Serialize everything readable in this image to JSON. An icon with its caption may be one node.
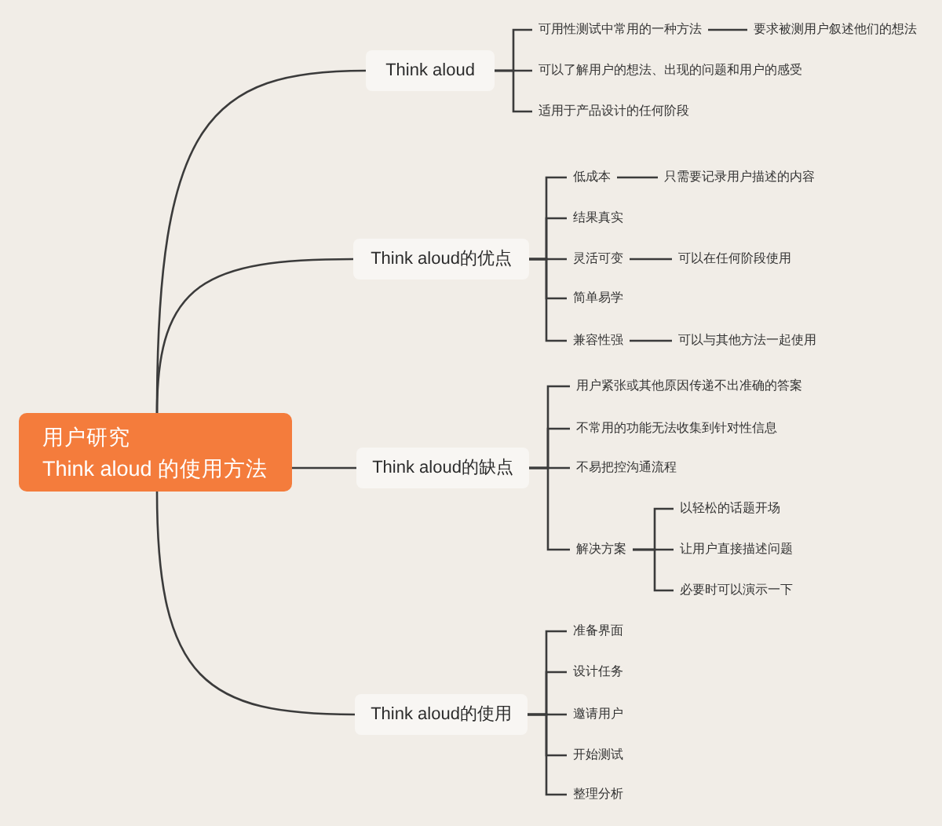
{
  "diagram": {
    "nodes": [
      {
        "text": [
          "用户研究",
          "Think aloud 的使用方法"
        ]
      },
      {
        "text": [
          "Think aloud"
        ]
      },
      {
        "text": [
          "可用性测试中常用的一种方法"
        ]
      },
      {
        "text": [
          "要求被测用户叙述他们的想法"
        ]
      },
      {
        "text": [
          "可以了解用户的想法、出现的问题和用户的感受"
        ]
      },
      {
        "text": [
          "适用于产品设计的任何阶段"
        ]
      },
      {
        "text": [
          "Think aloud的优点"
        ]
      },
      {
        "text": [
          "低成本"
        ]
      },
      {
        "text": [
          "只需要记录用户描述的内容"
        ]
      },
      {
        "text": [
          "结果真实"
        ]
      },
      {
        "text": [
          "灵活可变"
        ]
      },
      {
        "text": [
          "可以在任何阶段使用"
        ]
      },
      {
        "text": [
          "简单易学"
        ]
      },
      {
        "text": [
          "兼容性强"
        ]
      },
      {
        "text": [
          "可以与其他方法一起使用"
        ]
      },
      {
        "text": [
          "Think aloud的缺点"
        ]
      },
      {
        "text": [
          "用户紧张或其他原因传递不出准确的答案"
        ]
      },
      {
        "text": [
          "不常用的功能无法收集到针对性信息"
        ]
      },
      {
        "text": [
          "不易把控沟通流程"
        ]
      },
      {
        "text": [
          "解决方案"
        ]
      },
      {
        "text": [
          "以轻松的话题开场"
        ]
      },
      {
        "text": [
          "让用户直接描述问题"
        ]
      },
      {
        "text": [
          "必要时可以演示一下"
        ]
      },
      {
        "text": [
          "Think aloud的使用"
        ]
      },
      {
        "text": [
          "准备界面"
        ]
      },
      {
        "text": [
          "设计任务"
        ]
      },
      {
        "text": [
          "邀请用户"
        ]
      },
      {
        "text": [
          "开始测试"
        ]
      },
      {
        "text": [
          "整理分析"
        ]
      }
    ],
    "edges": [
      {
        "from": 0,
        "to": 1,
        "arrow": "none"
      },
      {
        "from": 0,
        "to": 6,
        "arrow": "none"
      },
      {
        "from": 0,
        "to": 15,
        "arrow": "none"
      },
      {
        "from": 0,
        "to": 23,
        "arrow": "none"
      },
      {
        "from": 1,
        "to": 2,
        "arrow": "none"
      },
      {
        "from": 1,
        "to": 4,
        "arrow": "none"
      },
      {
        "from": 1,
        "to": 5,
        "arrow": "none"
      },
      {
        "from": 2,
        "to": 3,
        "arrow": "none"
      },
      {
        "from": 6,
        "to": 7,
        "arrow": "none"
      },
      {
        "from": 6,
        "to": 9,
        "arrow": "none"
      },
      {
        "from": 6,
        "to": 10,
        "arrow": "none"
      },
      {
        "from": 6,
        "to": 12,
        "arrow": "none"
      },
      {
        "from": 6,
        "to": 13,
        "arrow": "none"
      },
      {
        "from": 7,
        "to": 8,
        "arrow": "none"
      },
      {
        "from": 10,
        "to": 11,
        "arrow": "none"
      },
      {
        "from": 13,
        "to": 14,
        "arrow": "none"
      },
      {
        "from": 15,
        "to": 16,
        "arrow": "none"
      },
      {
        "from": 15,
        "to": 17,
        "arrow": "none"
      },
      {
        "from": 15,
        "to": 18,
        "arrow": "none"
      },
      {
        "from": 15,
        "to": 19,
        "arrow": "none"
      },
      {
        "from": 19,
        "to": 20,
        "arrow": "none"
      },
      {
        "from": 19,
        "to": 21,
        "arrow": "none"
      },
      {
        "from": 19,
        "to": 22,
        "arrow": "none"
      },
      {
        "from": 23,
        "to": 24,
        "arrow": "none"
      },
      {
        "from": 23,
        "to": 25,
        "arrow": "none"
      },
      {
        "from": 23,
        "to": 26,
        "arrow": "none"
      },
      {
        "from": 23,
        "to": 27,
        "arrow": "none"
      },
      {
        "from": 23,
        "to": 28,
        "arrow": "none"
      }
    ]
  }
}
